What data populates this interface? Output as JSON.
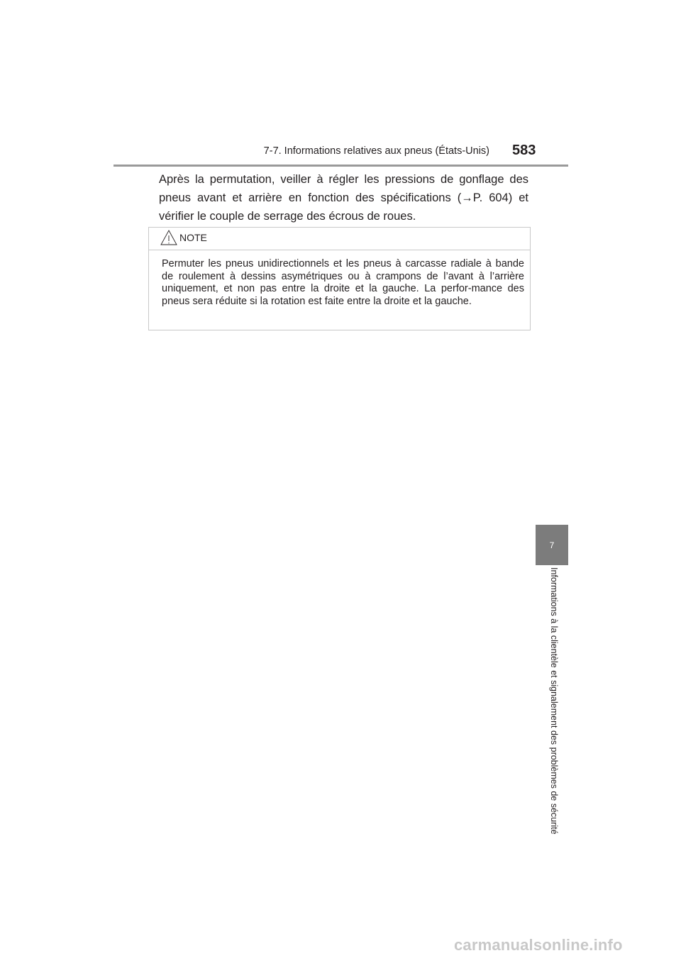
{
  "header": {
    "section_title": "7-7. Informations relatives aux pneus (États-Unis)",
    "page_number": "583"
  },
  "body": {
    "paragraph": "Après la permutation, veiller à régler les pressions de gonflage des pneus avant et arrière en fonction des spécifications (→P. 604) et vérifier le couple de serrage des écrous de roues."
  },
  "note": {
    "icon": "warning-triangle-icon",
    "label": "NOTE",
    "text": "Permuter les pneus unidirectionnels et les pneus à carcasse radiale à bande de roulement à dessins asymétriques ou à crampons de l’avant à l’arrière uniquement, et non pas entre la droite et la gauche. La perfor-mance des pneus sera réduite si la rotation est faite entre la droite et la gauche."
  },
  "side_tab": {
    "chapter_number": "7",
    "chapter_title": "Informations à la clientèle et signalement des problèmes de sécurité"
  },
  "watermark": "carmanualsonline.info",
  "colors": {
    "text": "#231f20",
    "rule": "#9a9a9a",
    "tab": "#7c7c7c",
    "note_border": "#c8c8c8"
  }
}
